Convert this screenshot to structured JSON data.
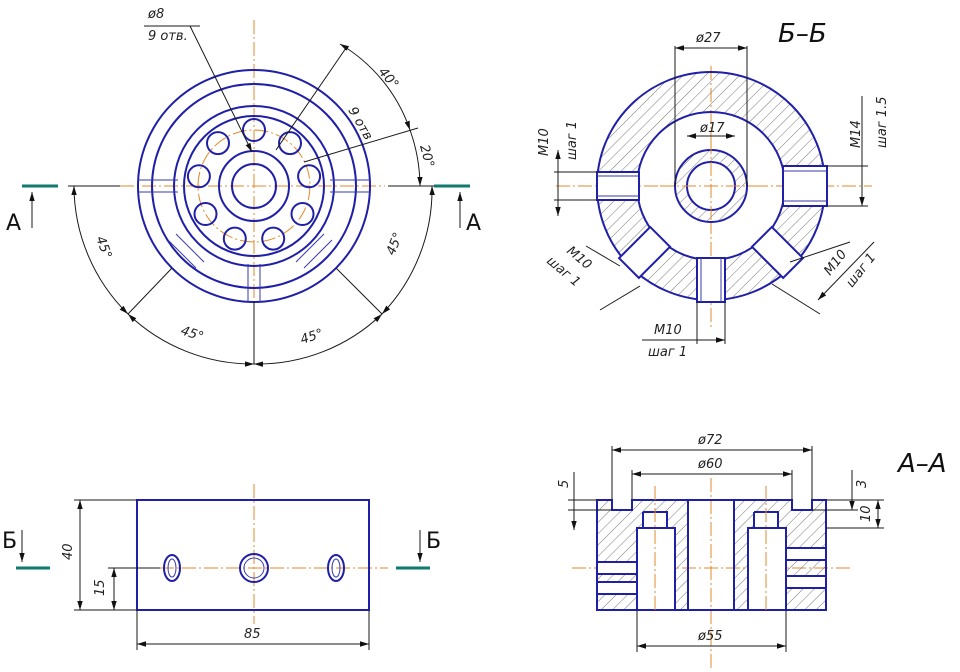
{
  "top_left_view": {
    "hole_diameter": "ø8",
    "hole_count": "9 отв.",
    "angle_40": "40°",
    "pcd_count": "9 отв",
    "angle_20": "20°",
    "angle_left": "45°",
    "angle_right": "45°",
    "angle_bottom_left": "45°",
    "angle_bottom_right": "45°",
    "section_mark": "А"
  },
  "section_bb": {
    "title": "Б–Б",
    "outer_bore": "ø27",
    "inner_bore": "ø17",
    "thread_left": "M10",
    "pitch_left": "шаг 1",
    "thread_right": "M14",
    "pitch_right": "шаг 1.5",
    "thread_lower_left": "M10",
    "pitch_lower_left": "шаг 1",
    "thread_bottom": "M10",
    "pitch_bottom": "шаг 1",
    "thread_lower_right": "M10",
    "pitch_lower_right": "шаг 1"
  },
  "front_view": {
    "height": "40",
    "hole_height": "15",
    "width": "85",
    "section_mark": "Б"
  },
  "section_aa": {
    "title": "А–А",
    "outer_diameter": "ø72",
    "pcd_diameter": "ø60",
    "bore_diameter": "ø55",
    "step_depth": "5",
    "top_step": "3",
    "height": "10"
  }
}
